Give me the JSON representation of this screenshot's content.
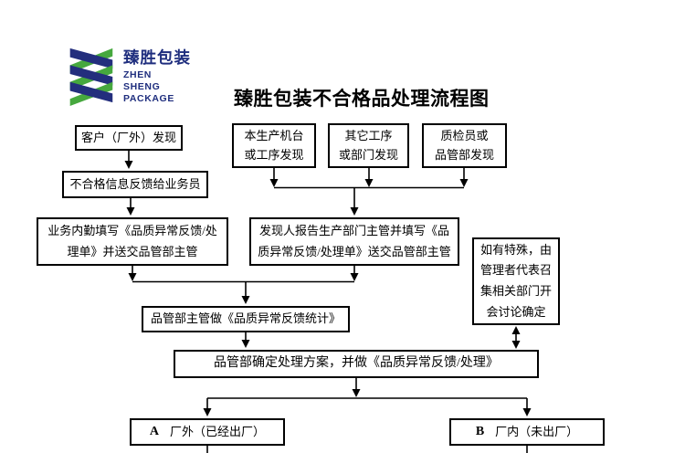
{
  "logo": {
    "cn": "臻胜包装",
    "en_lines": [
      "ZHEN",
      "SHENG",
      "PACKAGE"
    ],
    "colors": {
      "navy": "#1f2e7e",
      "blue": "#232e7d",
      "green": "#46a83e"
    }
  },
  "title": "臻胜包装不合格品处理流程图",
  "nodes": {
    "customer_found": {
      "lines": [
        "客户（厂外）发现"
      ]
    },
    "machine_found": {
      "lines": [
        "本生产机台",
        "或工序发现"
      ]
    },
    "other_process_found": {
      "lines": [
        "其它工序",
        "或部门发现"
      ]
    },
    "inspector_found": {
      "lines": [
        "质检员或",
        "品管部发现"
      ]
    },
    "feedback_salesman": {
      "lines": [
        "不合格信息反馈给业务员"
      ]
    },
    "clerk_fill": {
      "lines": [
        "业务内勤填写《品质异常反馈/处",
        "理单》并送交品管部主管"
      ]
    },
    "discoverer_report": {
      "lines": [
        "发现人报告生产部门主管并填写《品",
        "质异常反馈/处理单》送交品管部主管"
      ]
    },
    "special_meeting": {
      "lines": [
        "如有特殊，由",
        "管理者代表召",
        "集相关部门开",
        "会讨论确定"
      ]
    },
    "qc_statistics": {
      "lines": [
        "品管部主管做《品质异常反馈统计》"
      ]
    },
    "qc_decide": {
      "lines": [
        "品管部确定处理方案，并做《品质异常反馈/处理》"
      ]
    },
    "branch_a": {
      "tag": "A",
      "label": "厂外（已经出厂）"
    },
    "branch_b": {
      "tag": "B",
      "label": "厂内（未出厂）"
    }
  }
}
